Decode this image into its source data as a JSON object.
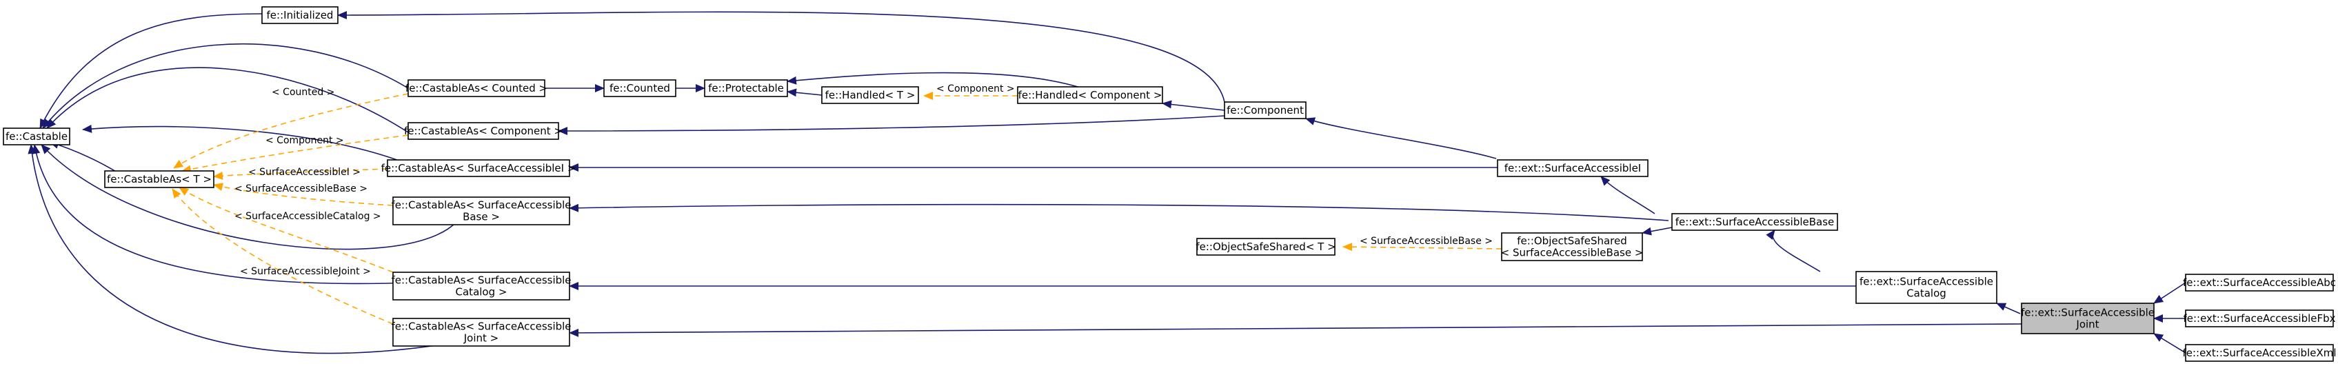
{
  "nodes": {
    "castable": {
      "lines": [
        "fe::Castable"
      ]
    },
    "initialized": {
      "lines": [
        "fe::Initialized"
      ]
    },
    "castableAsT": {
      "lines": [
        "fe::CastableAs< T >"
      ]
    },
    "castableAsCounted": {
      "lines": [
        "fe::CastableAs< Counted >"
      ]
    },
    "castableAsComponent": {
      "lines": [
        "fe::CastableAs< Component >"
      ]
    },
    "castableAsSAI": {
      "lines": [
        "fe::CastableAs< SurfaceAccessibleI >"
      ]
    },
    "castableAsSABase": {
      "lines": [
        "fe::CastableAs< SurfaceAccessible",
        "Base >"
      ]
    },
    "castableAsSACatalog": {
      "lines": [
        "fe::CastableAs< SurfaceAccessible",
        "Catalog >"
      ]
    },
    "castableAsSAJoint": {
      "lines": [
        "fe::CastableAs< SurfaceAccessible",
        "Joint >"
      ]
    },
    "counted": {
      "lines": [
        "fe::Counted"
      ]
    },
    "protectable": {
      "lines": [
        "fe::Protectable"
      ]
    },
    "handledT": {
      "lines": [
        "fe::Handled< T >"
      ]
    },
    "handledComponent": {
      "lines": [
        "fe::Handled< Component >"
      ]
    },
    "component": {
      "lines": [
        "fe::Component"
      ]
    },
    "objSafeT": {
      "lines": [
        "fe::ObjectSafeShared< T >"
      ]
    },
    "objSafeSABase": {
      "lines": [
        "fe::ObjectSafeShared",
        "< SurfaceAccessibleBase >"
      ]
    },
    "extSAI": {
      "lines": [
        "fe::ext::SurfaceAccessibleI"
      ]
    },
    "extSABase": {
      "lines": [
        "fe::ext::SurfaceAccessibleBase"
      ]
    },
    "extSACatalog": {
      "lines": [
        "fe::ext::SurfaceAccessible",
        "Catalog"
      ]
    },
    "extSAJoint": {
      "lines": [
        "fe::ext::SurfaceAccessible",
        "Joint"
      ]
    },
    "extSAAbc": {
      "lines": [
        "fe::ext::SurfaceAccessibleAbc"
      ]
    },
    "extSAFbx": {
      "lines": [
        "fe::ext::SurfaceAccessibleFbx"
      ]
    },
    "extSAXml": {
      "lines": [
        "fe::ext::SurfaceAccessibleXml"
      ]
    }
  },
  "edge_labels": {
    "counted": "< Counted >",
    "component": "< Component >",
    "sai": "< SurfaceAccessibleI >",
    "sabase": "< SurfaceAccessibleBase >",
    "sacatalog": "< SurfaceAccessibleCatalog >",
    "sajoint": "< SurfaceAccessibleJoint >",
    "handled_component": "< Component >",
    "objsafe_sabase": "< SurfaceAccessibleBase >"
  },
  "colors": {
    "inheritance_edge": "#191970",
    "template_instance_edge": "#ffa500",
    "highlight_fill": "#bfbfbf"
  }
}
